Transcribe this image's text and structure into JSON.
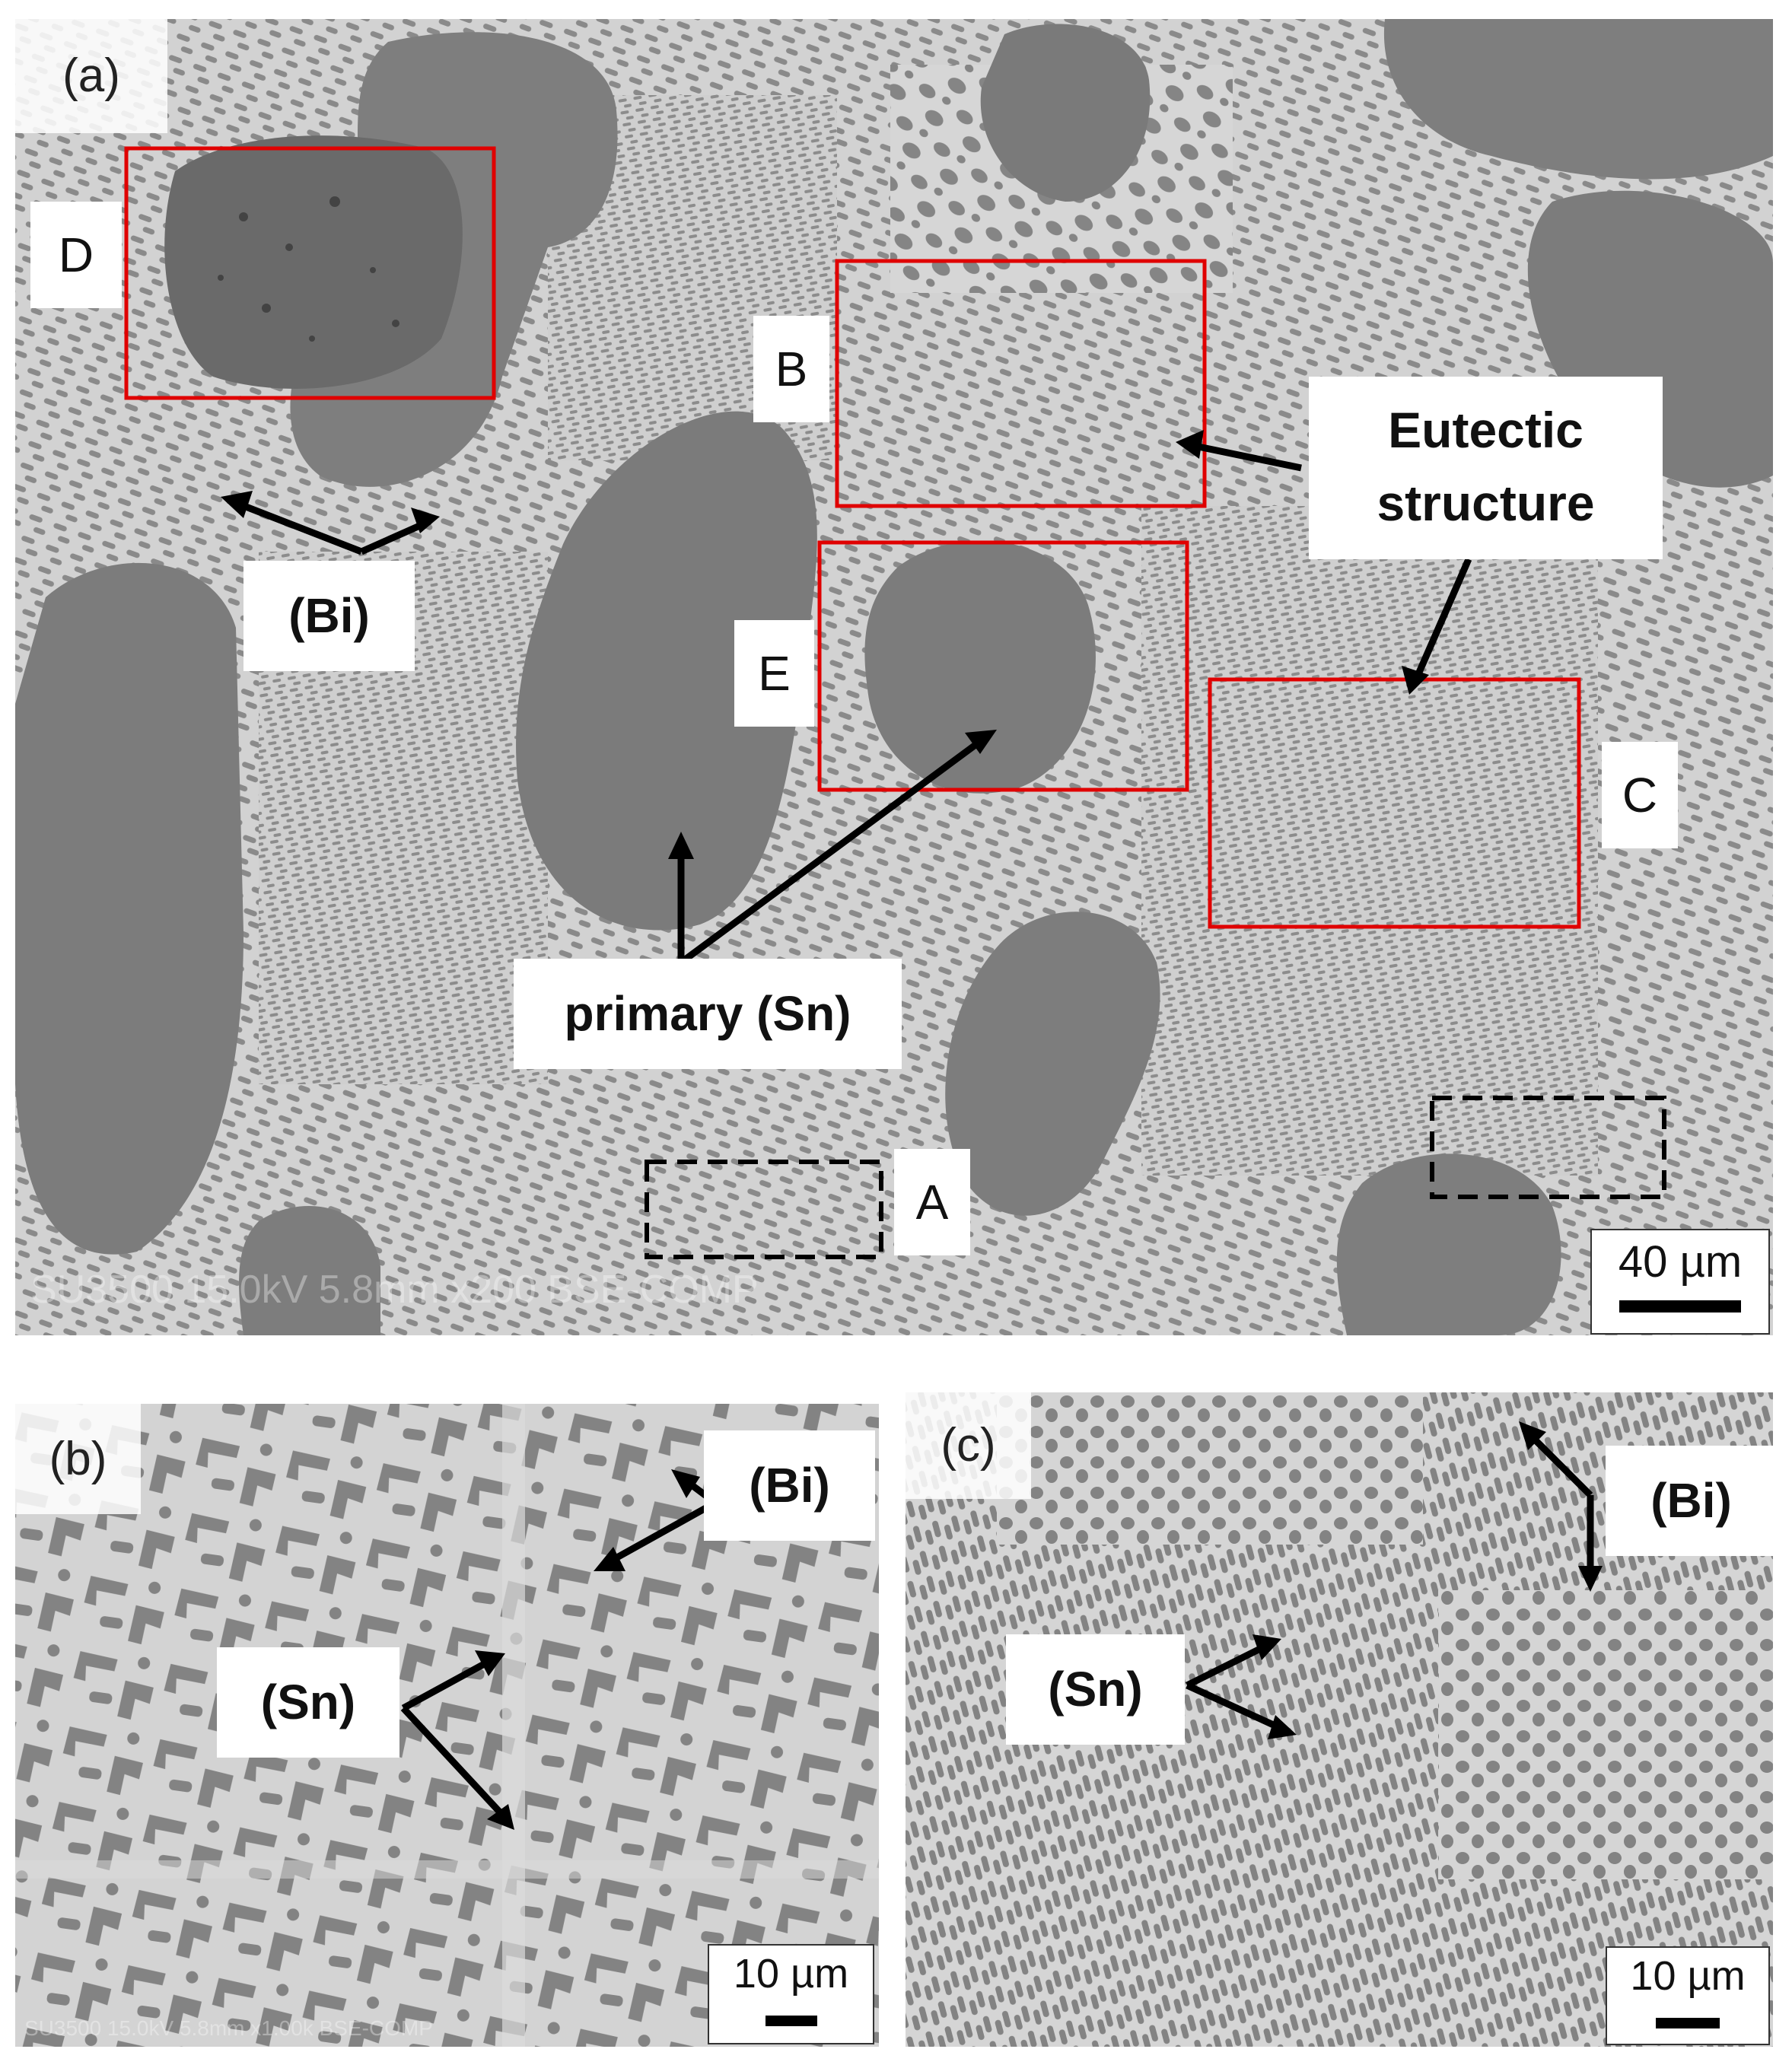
{
  "panels": {
    "a": {
      "label": "(a)",
      "region_labels": {
        "A": "A",
        "B": "B",
        "C": "C",
        "D": "D",
        "E": "E"
      },
      "annotations": {
        "bi": "(Bi)",
        "eutectic_line1": "Eutectic",
        "eutectic_line2": "structure",
        "primary_sn": "primary (Sn)"
      },
      "scale_bar": "40 µm",
      "watermark": "SU3500 15.0kV 5.8mm x200 BSE-COMP"
    },
    "b": {
      "label": "(b)",
      "annotations": {
        "bi": "(Bi)",
        "sn": "(Sn)"
      },
      "scale_bar": "10 µm",
      "watermark": "SU3500 15.0kV 5.8mm x1.00k BSE-COMP"
    },
    "c": {
      "label": "(c)",
      "annotations": {
        "bi": "(Bi)",
        "sn": "(Sn)"
      },
      "scale_bar": "10 µm"
    }
  },
  "colors": {
    "bi_phase": "#d4d4d4",
    "sn_phase": "#808080",
    "box_solid": "#e00000",
    "box_dashed": "#000000",
    "arrow": "#000000"
  }
}
